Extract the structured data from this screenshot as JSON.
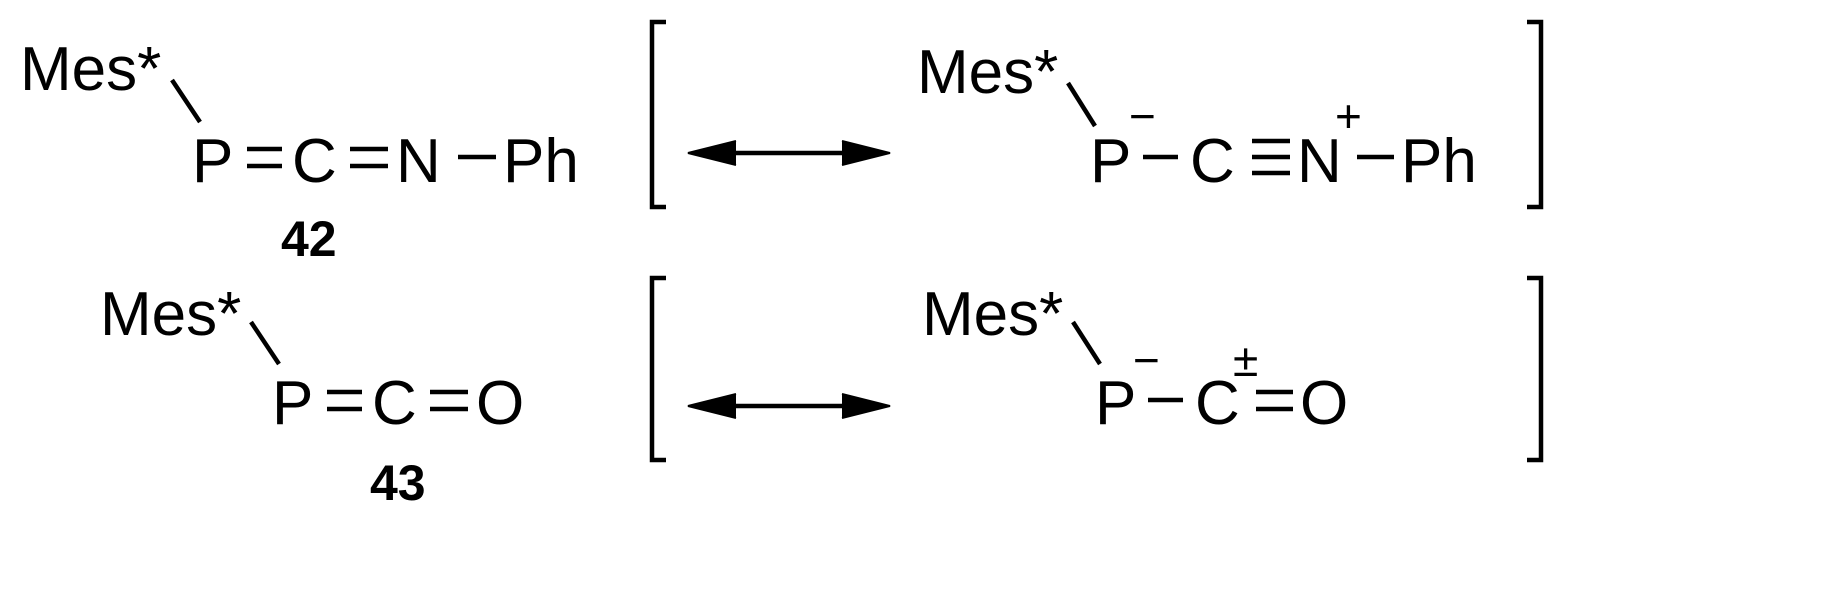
{
  "scheme": {
    "compound_42": {
      "number": "42",
      "left": {
        "substituent": "Mes*",
        "atom1": "P",
        "atom2": "C",
        "atom3": "N",
        "terminal": "Ph"
      },
      "right": {
        "substituent": "Mes*",
        "atom1": "P",
        "atom1_charge": "−",
        "atom2": "C",
        "atom3": "N",
        "atom3_charge": "+",
        "terminal": "Ph"
      }
    },
    "compound_43": {
      "number": "43",
      "left": {
        "substituent": "Mes*",
        "atom1": "P",
        "atom2": "C",
        "atom3": "O"
      },
      "right": {
        "substituent": "Mes*",
        "atom1": "P",
        "atom1_charge": "−",
        "atom2": "C",
        "atom2_charge": "±",
        "atom3": "O"
      }
    }
  }
}
